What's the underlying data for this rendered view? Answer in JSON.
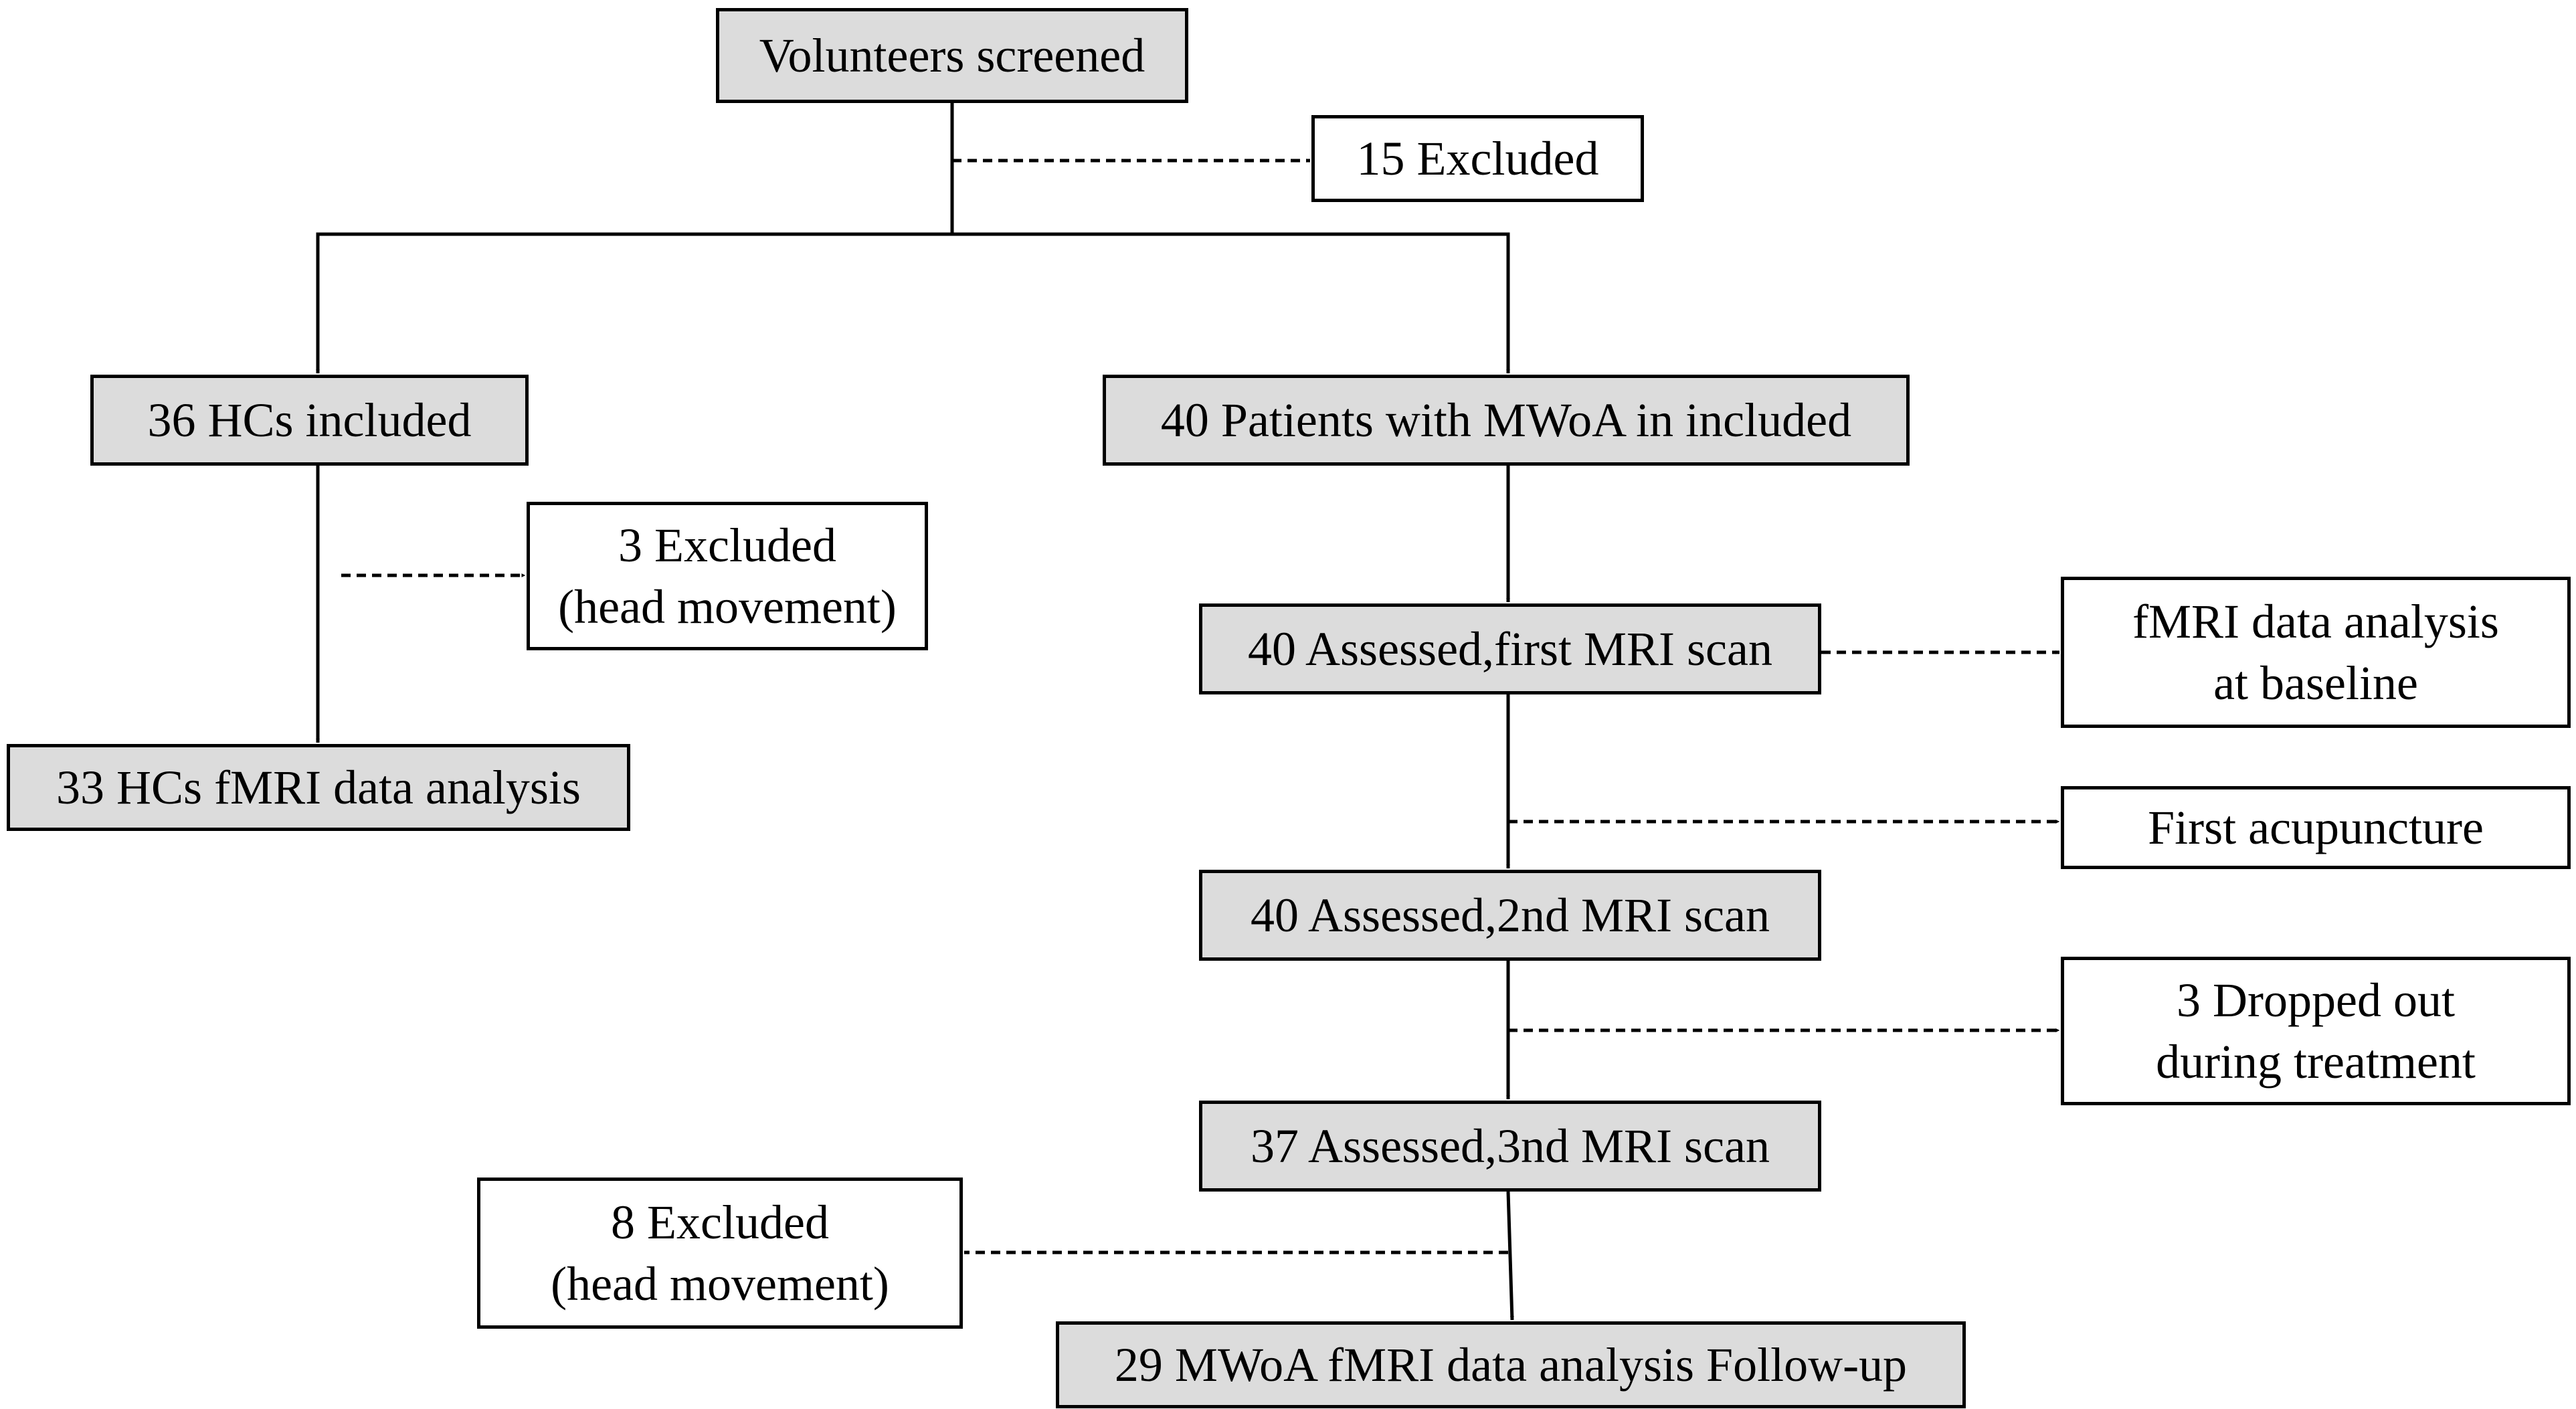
{
  "boxes": {
    "screened": {
      "lines": [
        "Volunteers screened"
      ],
      "fill": "#dcdcdc"
    },
    "excluded_15": {
      "lines": [
        "15 Excluded"
      ],
      "fill": "#ffffff"
    },
    "hcs_included": {
      "lines": [
        "36 HCs included"
      ],
      "fill": "#dcdcdc"
    },
    "patients_included": {
      "lines": [
        "40 Patients with MWoA in included"
      ],
      "fill": "#dcdcdc"
    },
    "excluded_3": {
      "lines": [
        "3 Excluded",
        "(head movement)"
      ],
      "fill": "#ffffff"
    },
    "first_scan": {
      "lines": [
        "40 Assessed,first MRI scan"
      ],
      "fill": "#dcdcdc"
    },
    "baseline_analysis": {
      "lines": [
        "fMRI data analysis",
        "at baseline"
      ],
      "fill": "#ffffff"
    },
    "hcs_analysis": {
      "lines": [
        "33 HCs fMRI data analysis"
      ],
      "fill": "#dcdcdc"
    },
    "first_acupuncture": {
      "lines": [
        "First acupuncture"
      ],
      "fill": "#ffffff"
    },
    "second_scan": {
      "lines": [
        "40 Assessed,2nd MRI scan"
      ],
      "fill": "#dcdcdc"
    },
    "dropped_out": {
      "lines": [
        "3 Dropped out",
        "during treatment"
      ],
      "fill": "#ffffff"
    },
    "third_scan": {
      "lines": [
        "37 Assessed,3nd MRI scan"
      ],
      "fill": "#dcdcdc"
    },
    "excluded_8": {
      "lines": [
        "8 Excluded",
        "(head movement)"
      ],
      "fill": "#ffffff"
    },
    "final_analysis": {
      "lines": [
        "29 MWoA fMRI data analysis Follow-up"
      ],
      "fill": "#dcdcdc"
    }
  },
  "connectors": [
    {
      "from": "screened",
      "to": "hcs_included",
      "style": "solid"
    },
    {
      "from": "screened",
      "to": "patients_included",
      "style": "solid"
    },
    {
      "from": "screened",
      "to": "excluded_15",
      "style": "dashed"
    },
    {
      "from": "hcs_included",
      "to": "hcs_analysis",
      "style": "solid"
    },
    {
      "from": "hcs_included",
      "to": "excluded_3",
      "style": "dashed"
    },
    {
      "from": "patients_included",
      "to": "first_scan",
      "style": "solid"
    },
    {
      "from": "first_scan",
      "to": "baseline_analysis",
      "style": "dashed"
    },
    {
      "from": "first_scan",
      "to": "second_scan",
      "style": "solid"
    },
    {
      "from": "first_scan",
      "to": "first_acupuncture",
      "style": "dashed"
    },
    {
      "from": "second_scan",
      "to": "third_scan",
      "style": "solid"
    },
    {
      "from": "second_scan",
      "to": "dropped_out",
      "style": "dashed"
    },
    {
      "from": "third_scan",
      "to": "final_analysis",
      "style": "solid"
    },
    {
      "from": "third_scan",
      "to": "excluded_8",
      "style": "dashed"
    }
  ],
  "colors": {
    "line": "#000000",
    "gray_fill": "#dcdcdc",
    "white_fill": "#ffffff"
  }
}
